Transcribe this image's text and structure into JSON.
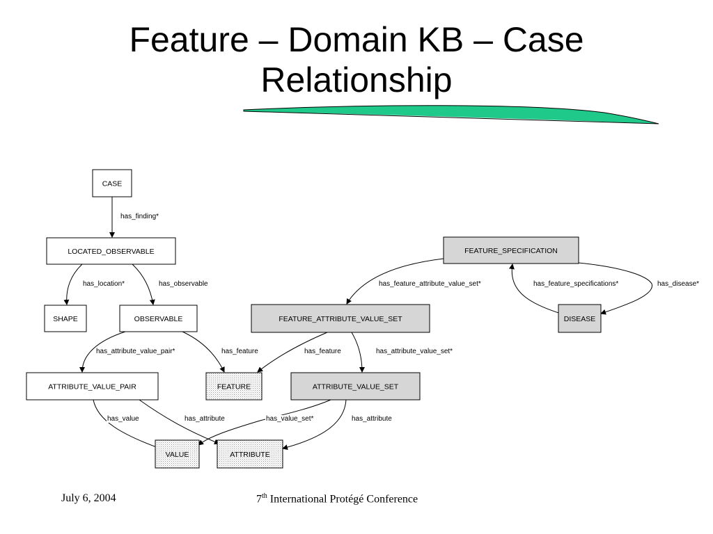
{
  "title": {
    "line1": "Feature – Domain KB – Case",
    "line2": "Relationship"
  },
  "accent_color": "#1ec98a",
  "nodes": [
    {
      "id": "case",
      "label": "CASE",
      "style": "plain"
    },
    {
      "id": "located_observable",
      "label": "LOCATED_OBSERVABLE",
      "style": "plain"
    },
    {
      "id": "shape",
      "label": "SHAPE",
      "style": "plain"
    },
    {
      "id": "observable",
      "label": "OBSERVABLE",
      "style": "plain"
    },
    {
      "id": "attribute_value_pair",
      "label": "ATTRIBUTE_VALUE_PAIR",
      "style": "plain"
    },
    {
      "id": "feature",
      "label": "FEATURE",
      "style": "dotted"
    },
    {
      "id": "value",
      "label": "VALUE",
      "style": "dotted"
    },
    {
      "id": "attribute",
      "label": "ATTRIBUTE",
      "style": "dotted"
    },
    {
      "id": "feature_specification",
      "label": "FEATURE_SPECIFICATION",
      "style": "gray"
    },
    {
      "id": "feature_attribute_value_set",
      "label": "FEATURE_ATTRIBUTE_VALUE_SET",
      "style": "gray"
    },
    {
      "id": "disease",
      "label": "DISEASE",
      "style": "gray"
    },
    {
      "id": "attribute_value_set",
      "label": "ATTRIBUTE_VALUE_SET",
      "style": "gray"
    }
  ],
  "edges": [
    {
      "id": "e1",
      "from": "case",
      "to": "located_observable",
      "label": "has_finding*"
    },
    {
      "id": "e2",
      "from": "located_observable",
      "to": "shape",
      "label": "has_location*"
    },
    {
      "id": "e3",
      "from": "located_observable",
      "to": "observable",
      "label": "has_observable"
    },
    {
      "id": "e4",
      "from": "observable",
      "to": "attribute_value_pair",
      "label": "has_attribute_value_pair*"
    },
    {
      "id": "e5",
      "from": "observable",
      "to": "feature",
      "label": "has_feature"
    },
    {
      "id": "e6",
      "from": "feature_attribute_value_set",
      "to": "feature",
      "label": "has_feature"
    },
    {
      "id": "e7",
      "from": "feature_attribute_value_set",
      "to": "attribute_value_set",
      "label": "has_attribute_value_set*"
    },
    {
      "id": "e8",
      "from": "feature_specification",
      "to": "feature_attribute_value_set",
      "label": "has_feature_attribute_value_set*"
    },
    {
      "id": "e9",
      "from": "disease",
      "to": "feature_specification",
      "label": "has_feature_specifications*"
    },
    {
      "id": "e10",
      "from": "feature_specification",
      "to": "disease",
      "label": "has_disease*"
    },
    {
      "id": "e11",
      "from": "attribute_value_pair",
      "to": "value",
      "label": "has_value"
    },
    {
      "id": "e12",
      "from": "attribute_value_pair",
      "to": "attribute",
      "label": "has_attribute"
    },
    {
      "id": "e13",
      "from": "attribute_value_set",
      "to": "value",
      "label": "has_value_set*"
    },
    {
      "id": "e14",
      "from": "attribute_value_set",
      "to": "attribute",
      "label": "has_attribute"
    }
  ],
  "footer": {
    "date": "July 6, 2004",
    "conference_ordinal": "7",
    "conference_sup": "th",
    "conference_name": " International Protégé Conference"
  }
}
